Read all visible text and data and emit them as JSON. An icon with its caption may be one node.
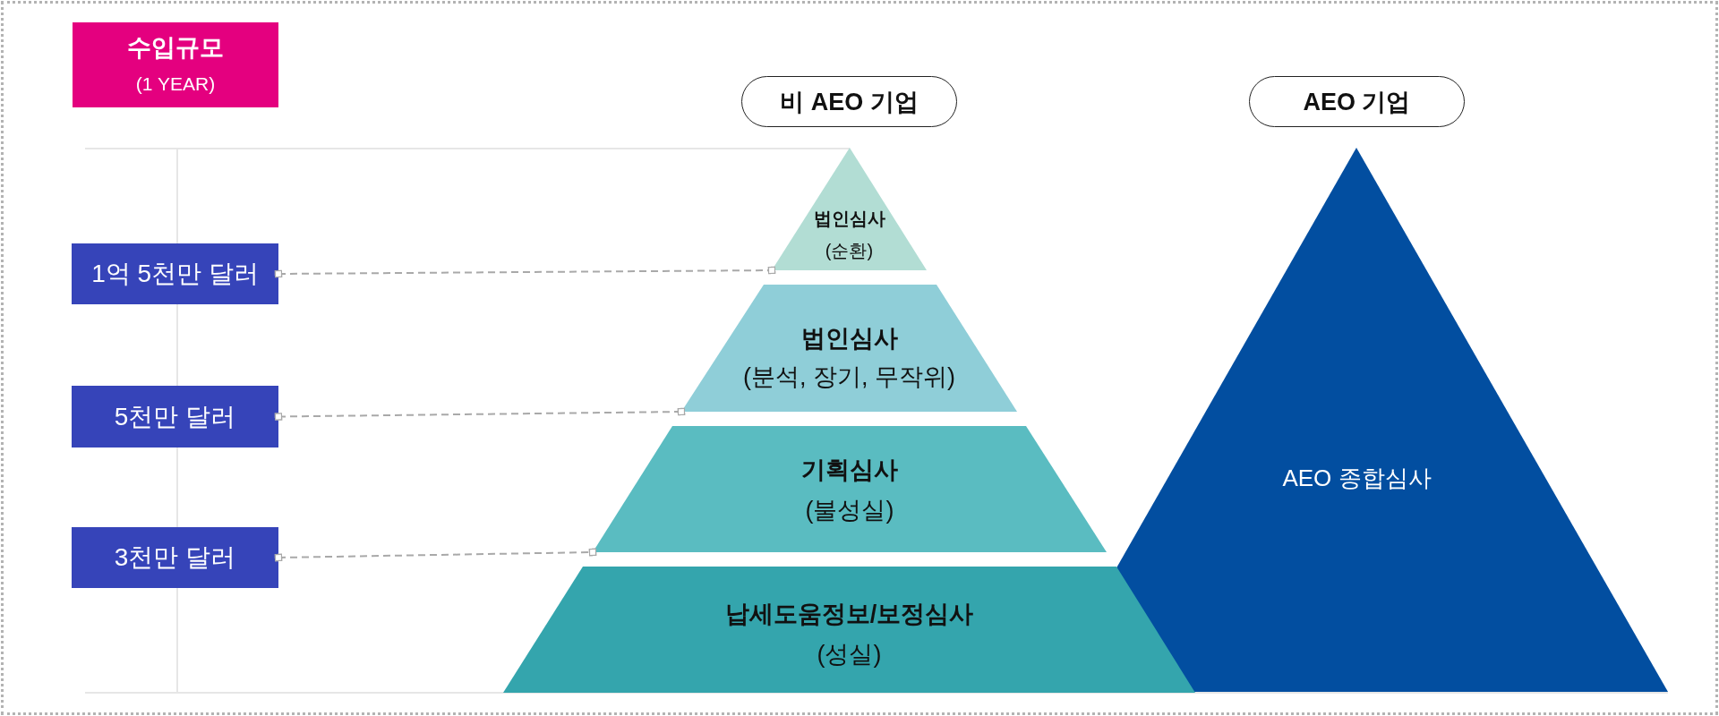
{
  "diagram": {
    "nodes": [
      {
        "text": [
          "수입규모",
          "(1 YEAR)"
        ]
      },
      {
        "text": [
          "비 AEO 기업"
        ]
      },
      {
        "text": [
          "AEO 기업"
        ]
      },
      {
        "text": [
          "1억 5천만 달러"
        ]
      },
      {
        "text": [
          "5천만 달러"
        ]
      },
      {
        "text": [
          "3천만 달러"
        ]
      },
      {
        "text": [
          "법인심사",
          "(순환)"
        ]
      },
      {
        "text": [
          "법인심사",
          "(분석, 장기, 무작위)"
        ]
      },
      {
        "text": [
          "기획심사",
          "(불성실)"
        ]
      },
      {
        "text": [
          "납세도움정보/보정심사",
          "(성실)"
        ]
      },
      {
        "text": [
          "AEO 종합심사"
        ]
      }
    ],
    "edges": [
      {
        "from": 3,
        "to": 6,
        "arrow": "other",
        "style": "dashed"
      },
      {
        "from": 4,
        "to": 7,
        "arrow": "other",
        "style": "dashed"
      },
      {
        "from": 5,
        "to": 8,
        "arrow": "other",
        "style": "dashed"
      }
    ]
  }
}
